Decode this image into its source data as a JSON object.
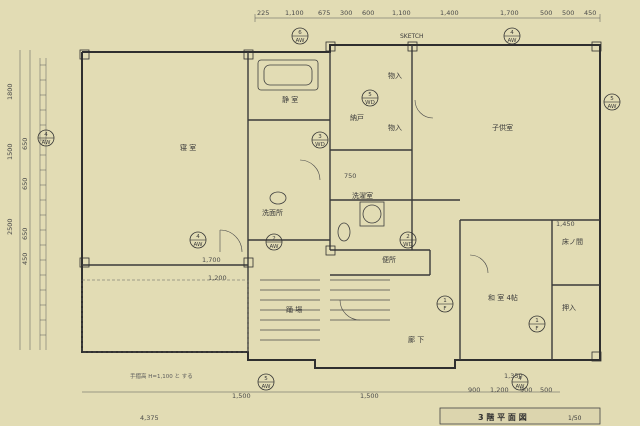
{
  "drawing": {
    "title": "3 階 平 面 図",
    "scale": "1/50",
    "sketch_mark": "SKETCH"
  },
  "rooms": {
    "bedroom": "寝 室",
    "closet": "納戸",
    "hall": "静 室",
    "laundry": "洗面所",
    "storage_1": "物入",
    "storage_2": "物入",
    "kids_room": "子供室",
    "washroom": "洗濯室",
    "wc": "便所",
    "japanese_room": "和 室 4帖",
    "oshiire": "押入",
    "toko": "床ノ間",
    "corridor": "廊 下",
    "landing": "踊 場",
    "balcony_note": "手摺高 H=1,100 と する"
  },
  "top_dims": [
    "225",
    "1,100",
    "675",
    "300",
    "600",
    "1,100",
    "1,400",
    "1,700",
    "500",
    "500",
    "450"
  ],
  "bottom_dims": [
    "1,500",
    "1,500",
    "900",
    "1,200",
    "900",
    "500"
  ],
  "left_dims": [
    "1800",
    "1500",
    "650",
    "650",
    "2500",
    "450",
    "650"
  ],
  "section_tags": [
    {
      "num": "6",
      "ref": "AW"
    },
    {
      "num": "4",
      "ref": "AW"
    },
    {
      "num": "5",
      "ref": "WD"
    },
    {
      "num": "3",
      "ref": "WD"
    },
    {
      "num": "4",
      "ref": "AW"
    },
    {
      "num": "2",
      "ref": "AW"
    },
    {
      "num": "2",
      "ref": "WD"
    },
    {
      "num": "1",
      "ref": "F"
    },
    {
      "num": "1",
      "ref": "F"
    },
    {
      "num": "5",
      "ref": "AW"
    },
    {
      "num": "4",
      "ref": "AW"
    },
    {
      "num": "5",
      "ref": "AW"
    },
    {
      "num": "4",
      "ref": "AW"
    }
  ],
  "misc": {
    "dim_1700": "1,700",
    "dim_1200": "1,200",
    "dim_750": "750",
    "dim_1350": "1,350",
    "dim_1450": "1,450",
    "dim_4375": "4,375"
  }
}
